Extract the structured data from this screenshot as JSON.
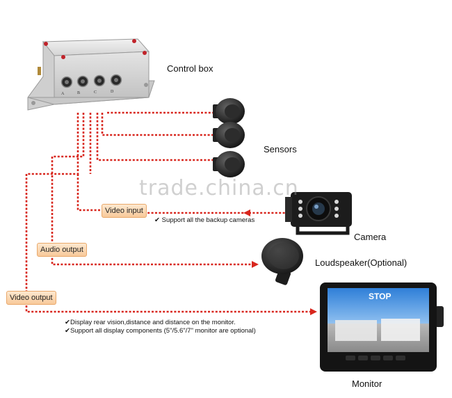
{
  "labels": {
    "control_box": "Control box",
    "sensors": "Sensors",
    "camera": "Camera",
    "loudspeaker": "Loudspeaker(Optional)",
    "monitor": "Monitor"
  },
  "tags": {
    "video_input": "Video input",
    "audio_output": "Audio output",
    "video_output": "Video output"
  },
  "notes": {
    "support_cameras": "Support all the backup cameras",
    "display_rear": "Display rear vision,distance and distance on the monitor.",
    "support_display": "Support all display components (5\"/5.6\"/7\" monitor are optional)"
  },
  "ports": [
    "A",
    "B",
    "C",
    "D"
  ],
  "monitor_screen_text": "STOP",
  "watermark": "trade.china.cn",
  "colors": {
    "line": "#d8261d",
    "tag_border": "#e9a86a"
  }
}
